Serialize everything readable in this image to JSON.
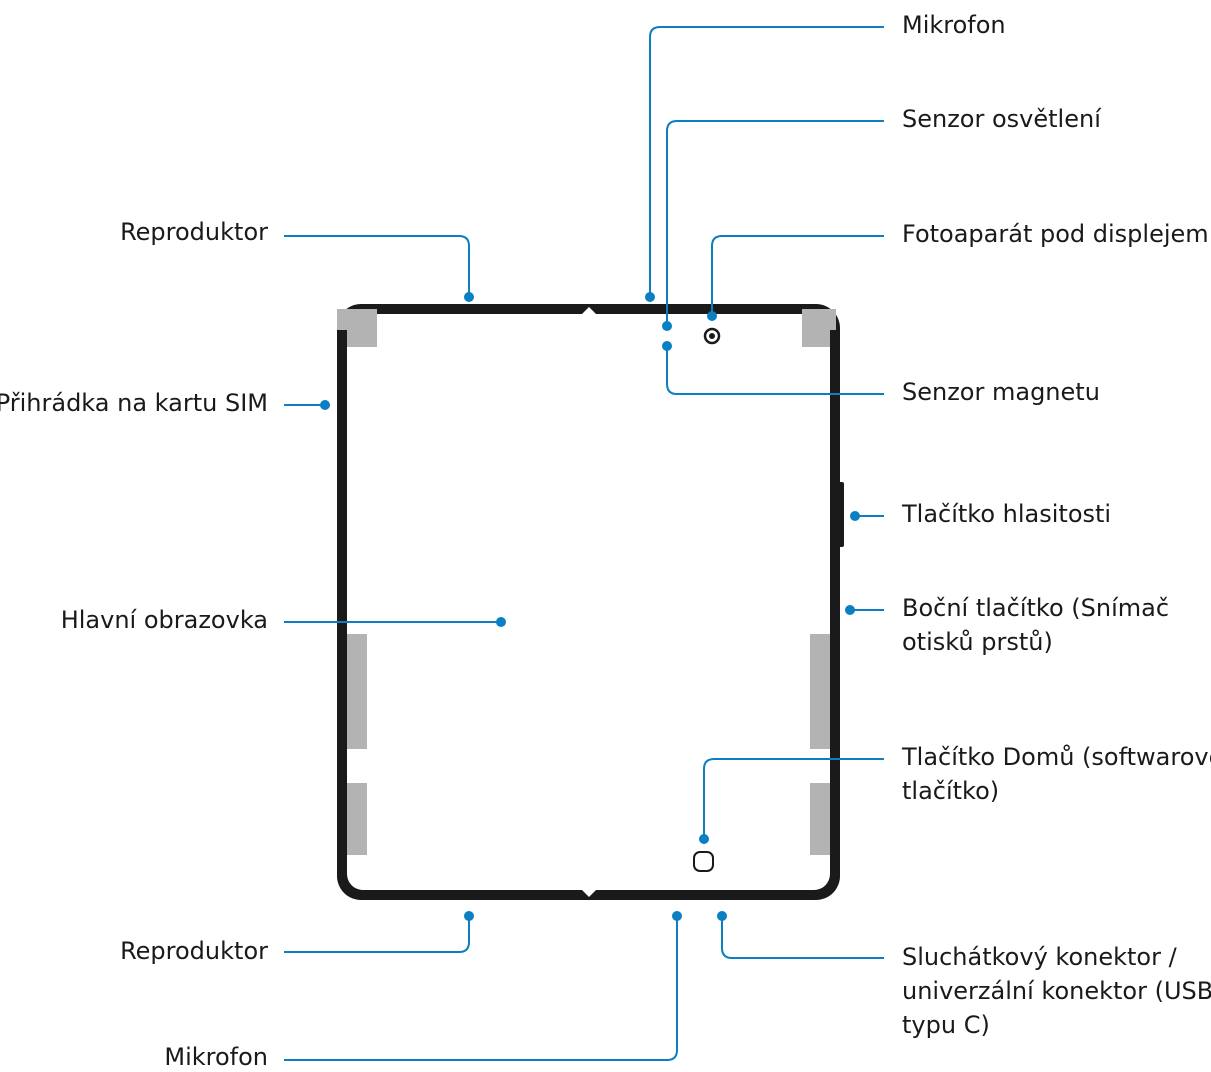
{
  "labels": {
    "reproduktor_top": "Reproduktor",
    "sim_tray": "Přihrádka na kartu SIM",
    "main_screen": "Hlavní obrazovka",
    "reproduktor_bottom": "Reproduktor",
    "mikrofon_bottom": "Mikrofon",
    "mikrofon_top": "Mikrofon",
    "light_sensor": "Senzor osvětlení",
    "under_display_camera": "Fotoaparát pod displejem",
    "magnet_sensor": "Senzor magnetu",
    "volume_key": "Tlačítko hlasitosti",
    "side_key_line1": "Boční tlačítko (Snímač",
    "side_key_line2": "otisků prstů)",
    "home_key_line1": "Tlačítko Domů (softwarové",
    "home_key_line2": "tlačítko)",
    "connector_line1": "Sluchátkový konektor /",
    "connector_line2": "univerzální konektor (USB",
    "connector_line3": "typu C)"
  },
  "colors": {
    "callout": "#0a7fc2",
    "body": "#1a1a1a",
    "antenna": "#b3b3b3",
    "text": "#1a1a1a"
  }
}
